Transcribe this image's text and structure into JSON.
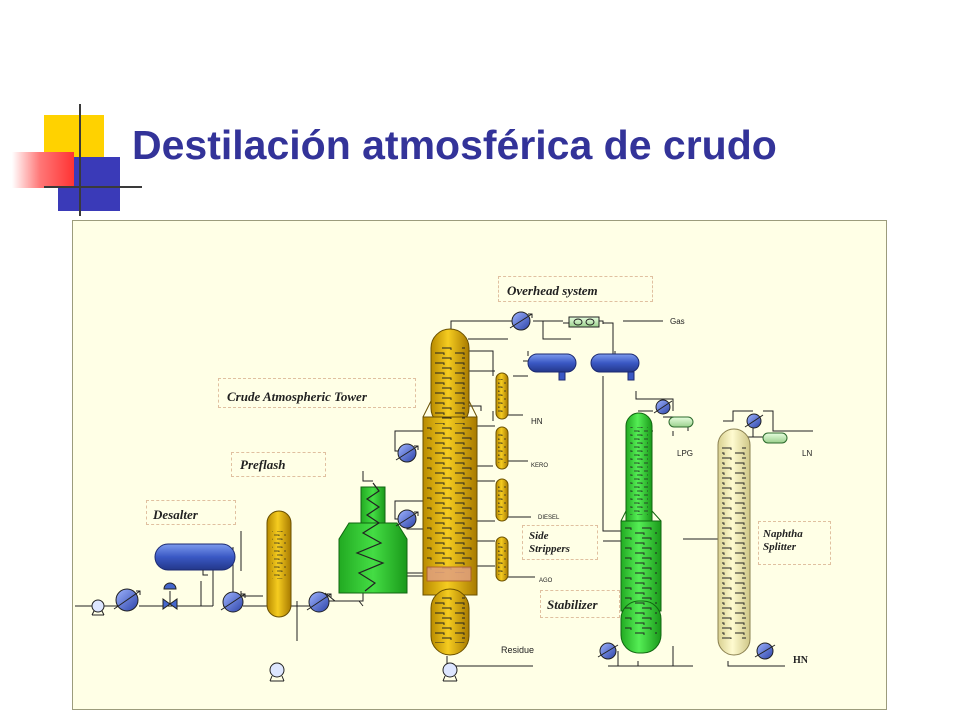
{
  "slide": {
    "title": "Destilación atmosférica de crudo",
    "accent_colors": {
      "yellow": "#ffd200",
      "blue": "#333399",
      "red": "#ff3333",
      "title": "#333399"
    }
  },
  "diagram": {
    "labels": {
      "overhead_system": "Overhead system",
      "crude_atmospheric_tower": "Crude Atmospheric Tower",
      "preflash": "Preflash",
      "desalter": "Desalter",
      "side_strippers": "Side Strippers",
      "side_strippers_line1": "Side",
      "side_strippers_line2": "Strippers",
      "stabilizer": "Stabilizer",
      "naphtha_splitter_line1": "Naphtha",
      "naphtha_splitter_line2": "Splitter"
    },
    "streams": {
      "gas": "Gas",
      "hn_side": "HN",
      "kero": "KERO",
      "diesel": "DIESEL",
      "ago": "AGO",
      "residue": "Residue",
      "lpg": "LPG",
      "ln": "LN",
      "hn_bottom": "HN"
    },
    "colors": {
      "tower_gold": "#e8b800",
      "stabilizer_green": "#33dd33",
      "splitter_cream": "#f0eab0",
      "drum_blue": "#4466cc",
      "furnace_green": "#33cc33"
    }
  }
}
